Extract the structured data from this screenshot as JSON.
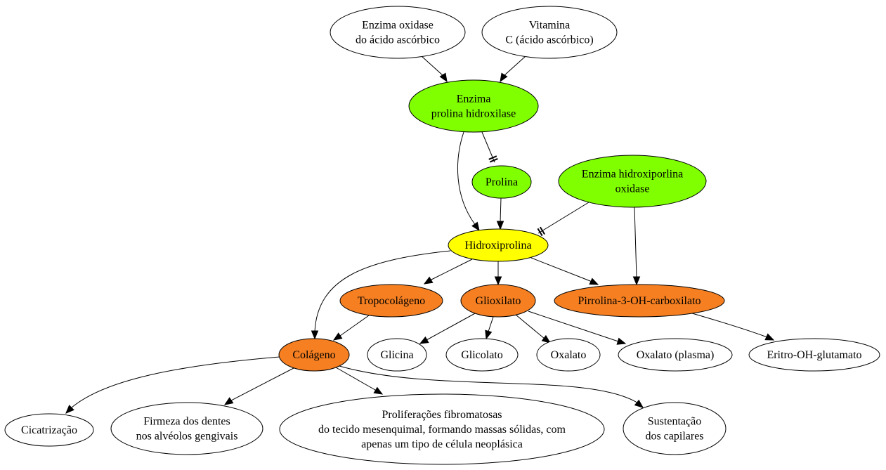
{
  "palette": {
    "green": "#7FFF00",
    "yellow": "#FFFF00",
    "orange": "#F57F21",
    "white": "#FFFFFF",
    "line": "#000000"
  },
  "nodes": {
    "enzima_oxidase": {
      "lines": [
        "Enzima oxidase",
        "do ácido ascórbico"
      ]
    },
    "vitamina_c": {
      "lines": [
        "Vitamina",
        "C (ácido ascórbico)"
      ]
    },
    "prolina_hidroxilase": {
      "lines": [
        "Enzima",
        "prolina hidroxilase"
      ]
    },
    "prolina": {
      "lines": [
        "Prolina"
      ]
    },
    "hidroxiporlina_oxidase": {
      "lines": [
        "Enzima hidroxiporlina",
        "oxidase"
      ]
    },
    "hidroxiprolina": {
      "lines": [
        "Hidroxiprolina"
      ]
    },
    "tropocolageno": {
      "lines": [
        "Tropocolágeno"
      ]
    },
    "glioxilato": {
      "lines": [
        "Glioxilato"
      ]
    },
    "pirrolina": {
      "lines": [
        "Pirrolina-3-OH-carboxilato"
      ]
    },
    "colageno": {
      "lines": [
        "Colágeno"
      ]
    },
    "glicina": {
      "lines": [
        "Glicina"
      ]
    },
    "glicolato": {
      "lines": [
        "Glicolato"
      ]
    },
    "oxalato": {
      "lines": [
        "Oxalato"
      ]
    },
    "oxalato_plasma": {
      "lines": [
        "Oxalato (plasma)"
      ]
    },
    "eritro": {
      "lines": [
        "Eritro-OH-glutamato"
      ]
    },
    "cicatrizacao": {
      "lines": [
        "Cicatrização"
      ]
    },
    "firmeza": {
      "lines": [
        "Firmeza dos dentes",
        "nos alvéolos gengivais"
      ]
    },
    "proliferacoes": {
      "lines": [
        "Proliferações fibromatosas",
        "do tecido mesenquimal, formando massas sólidas, com",
        "apenas um tipo de célula neoplásica"
      ]
    },
    "sustentacao": {
      "lines": [
        "Sustentação",
        "dos capilares"
      ]
    }
  },
  "edges": [
    {
      "from": "enzima_oxidase",
      "to": "prolina_hidroxilase",
      "kind": "arrow"
    },
    {
      "from": "vitamina_c",
      "to": "prolina_hidroxilase",
      "kind": "arrow"
    },
    {
      "from": "prolina_hidroxilase",
      "to": "prolina",
      "kind": "tee"
    },
    {
      "from": "prolina_hidroxilase",
      "to": "hidroxiprolina",
      "kind": "arrow"
    },
    {
      "from": "prolina",
      "to": "hidroxiprolina",
      "kind": "arrow"
    },
    {
      "from": "hidroxiporlina_oxidase",
      "to": "hidroxiprolina",
      "kind": "tee"
    },
    {
      "from": "hidroxiporlina_oxidase",
      "to": "pirrolina",
      "kind": "arrow"
    },
    {
      "from": "hidroxiprolina",
      "to": "tropocolageno",
      "kind": "arrow"
    },
    {
      "from": "hidroxiprolina",
      "to": "glioxilato",
      "kind": "arrow"
    },
    {
      "from": "hidroxiprolina",
      "to": "pirrolina",
      "kind": "arrow"
    },
    {
      "from": "hidroxiprolina",
      "to": "colageno",
      "kind": "arrow"
    },
    {
      "from": "tropocolageno",
      "to": "colageno",
      "kind": "arrow"
    },
    {
      "from": "glioxilato",
      "to": "glicina",
      "kind": "arrow"
    },
    {
      "from": "glioxilato",
      "to": "glicolato",
      "kind": "arrow"
    },
    {
      "from": "glioxilato",
      "to": "oxalato",
      "kind": "arrow"
    },
    {
      "from": "glioxilato",
      "to": "oxalato_plasma",
      "kind": "arrow"
    },
    {
      "from": "pirrolina",
      "to": "eritro",
      "kind": "arrow"
    },
    {
      "from": "colageno",
      "to": "cicatrizacao",
      "kind": "arrow"
    },
    {
      "from": "colageno",
      "to": "firmeza",
      "kind": "arrow"
    },
    {
      "from": "colageno",
      "to": "proliferacoes",
      "kind": "arrow"
    },
    {
      "from": "colageno",
      "to": "sustentacao",
      "kind": "arrow"
    }
  ]
}
